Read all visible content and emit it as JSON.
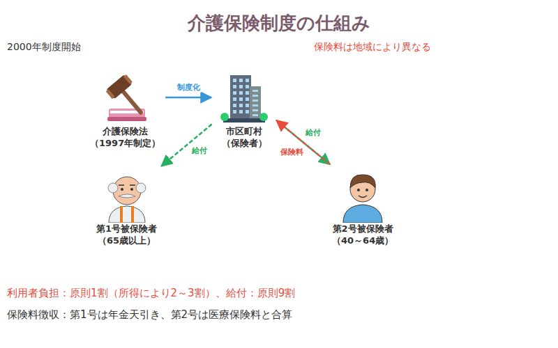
{
  "diagram": {
    "title": "介護保険制度の仕組み",
    "nodes": [
      {
        "text": [
          "介護保険法",
          "（1997年制定）"
        ]
      },
      {
        "text": [
          "市区町村",
          "（保険者）"
        ]
      },
      {
        "text": [
          "第1号被保険者",
          "（65歳以上）"
        ]
      },
      {
        "text": [
          "第2号被保険者",
          "（40～64歳）"
        ]
      }
    ],
    "edges": [
      {
        "from": 0,
        "to": 1,
        "label": "制度化",
        "arrow": "to"
      },
      {
        "from": 1,
        "to": 2,
        "label": "給付",
        "arrow": "to"
      },
      {
        "from": 1,
        "to": 3,
        "label": "給付",
        "arrow": "to"
      },
      {
        "from": 3,
        "to": 1,
        "label": "保険料",
        "arrow": "to"
      }
    ],
    "labels": [
      "2000年制度開始",
      "保険料は地域により異なる",
      "利用者負担：原則1割（所得により2～3割）、給付：原則9割",
      "保険料徴収：第1号は年金天引き、第2号は医療保険料と合算"
    ]
  }
}
